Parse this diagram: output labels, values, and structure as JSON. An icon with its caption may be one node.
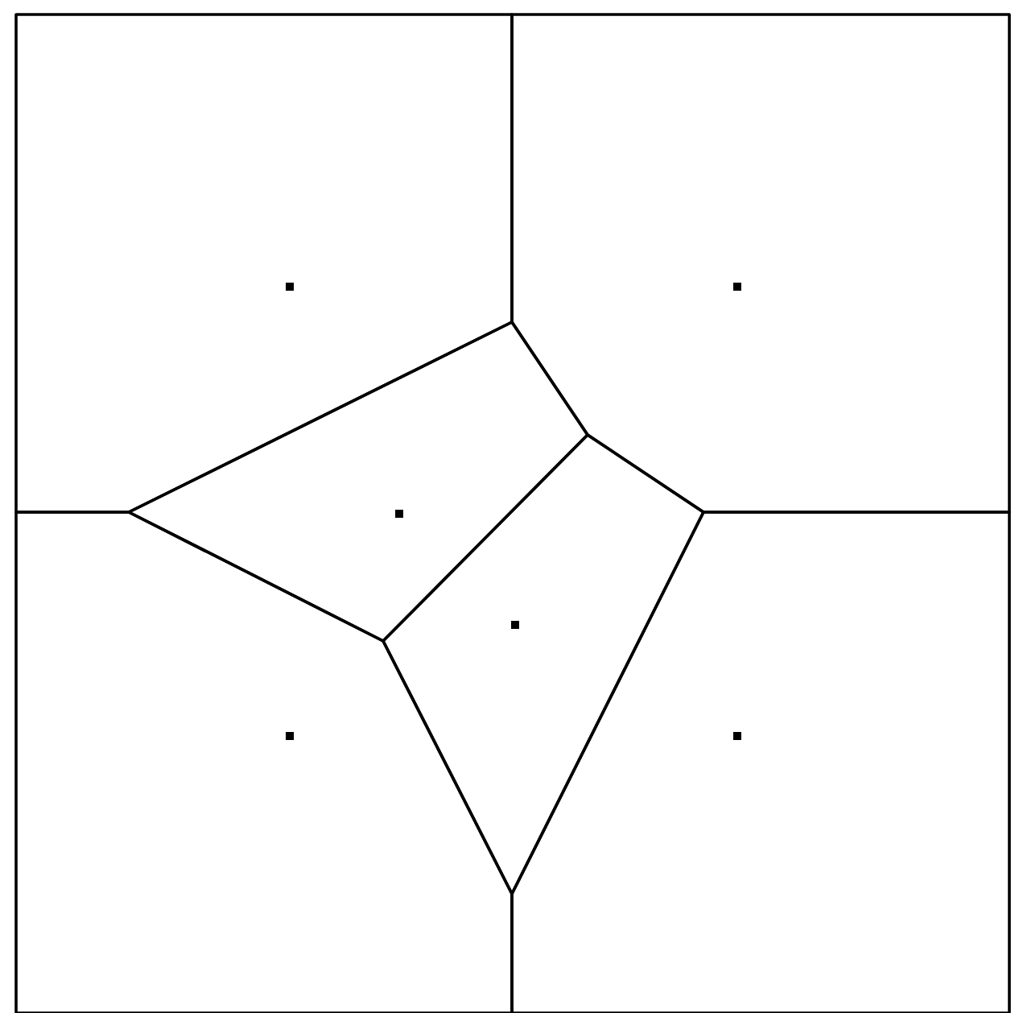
{
  "diagram": {
    "nodes": [
      {
        "text": [],
        "shape": "polygon"
      },
      {
        "text": [],
        "shape": "polygon"
      },
      {
        "text": [],
        "shape": "polygon"
      },
      {
        "text": [],
        "shape": "polygon"
      },
      {
        "text": [],
        "shape": "polygon"
      },
      {
        "text": [],
        "shape": "polygon"
      }
    ]
  }
}
